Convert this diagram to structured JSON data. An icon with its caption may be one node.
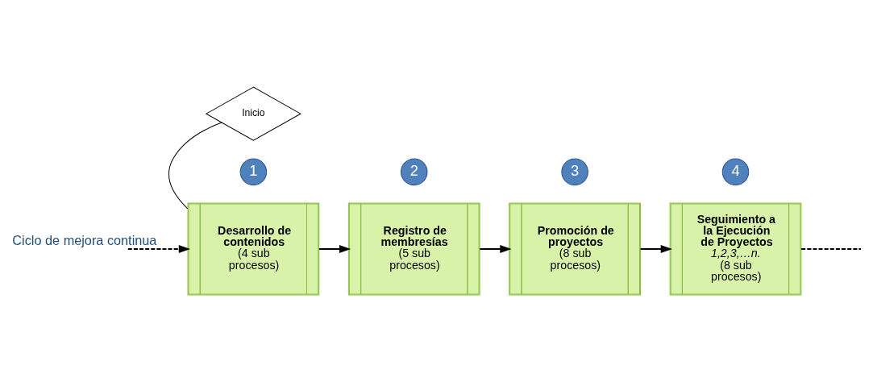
{
  "diagram": {
    "nodes": [
      {
        "text": [
          "Inicio"
        ]
      },
      {
        "text": [
          "1"
        ]
      },
      {
        "text": [
          "Desarrollo de contenidos",
          "(4 sub procesos)"
        ]
      },
      {
        "text": [
          "2"
        ]
      },
      {
        "text": [
          "Registro de membresías",
          "(5 sub procesos)"
        ]
      },
      {
        "text": [
          "3"
        ]
      },
      {
        "text": [
          "Promoción de proyectos",
          "(8 sub procesos)"
        ]
      },
      {
        "text": [
          "4"
        ]
      },
      {
        "text": [
          "Seguimiento a la Ejecución de Proyectos",
          "1,2,3,…n.",
          "(8 sub procesos)"
        ]
      }
    ],
    "edges": [
      {
        "from": 0,
        "to": 2,
        "arrow": "none"
      },
      {
        "from": 2,
        "to": 4,
        "arrow": "to"
      },
      {
        "from": 4,
        "to": 6,
        "arrow": "to"
      },
      {
        "from": 6,
        "to": 8,
        "arrow": "to"
      },
      {
        "from": 8,
        "to": null,
        "arrow": "none",
        "style": "dashed"
      },
      {
        "from": null,
        "to": 2,
        "arrow": "to",
        "style": "dashed",
        "label": "Ciclo de mejora continua"
      }
    ]
  }
}
